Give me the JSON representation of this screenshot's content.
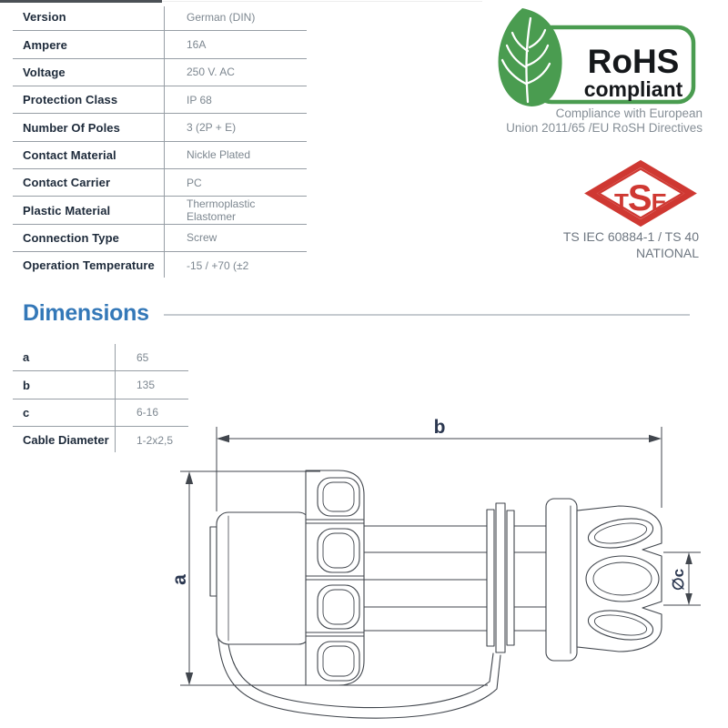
{
  "spec_table": {
    "rows": [
      {
        "label": "Version",
        "value": "German (DIN)"
      },
      {
        "label": "Ampere",
        "value": "16A"
      },
      {
        "label": "Voltage",
        "value": "250 V. AC"
      },
      {
        "label": "Protection Class",
        "value": "IP 68"
      },
      {
        "label": "Number Of Poles",
        "value": "3 (2P + E)"
      },
      {
        "label": "Contact Material",
        "value": "Nickle Plated"
      },
      {
        "label": "Contact Carrier",
        "value": "PC"
      },
      {
        "label": "Plastic Material",
        "value": "Thermoplastic Elastomer"
      },
      {
        "label": "Connection Type",
        "value": "Screw"
      },
      {
        "label": "Operation Temperature",
        "value": "-15 / +70 (±2"
      }
    ]
  },
  "certifications": {
    "rohs": {
      "title": "RoHS",
      "subtitle": "compliant",
      "note_line1": "Compliance with European",
      "note_line2": "Union 2011/65 /EU RoSH Directives",
      "green": "#4a9c50"
    },
    "tse": {
      "letters": [
        "T",
        "S",
        "E"
      ],
      "note_line1": "TS IEC 60884-1 / TS 40",
      "note_line2": "NATIONAL",
      "red": "#cf3832"
    }
  },
  "dimensions": {
    "heading": "Dimensions",
    "table": {
      "rows": [
        {
          "label": "a",
          "value": "65"
        },
        {
          "label": "b",
          "value": "135"
        },
        {
          "label": "c",
          "value": "6-16"
        },
        {
          "label": "Cable Diameter",
          "value": "1-2x2,5"
        }
      ]
    },
    "drawing": {
      "label_a": "a",
      "label_b": "b",
      "label_c": "∅c"
    }
  },
  "colors": {
    "heading_blue": "#3478b8",
    "label_navy": "#1d2a3a",
    "value_gray": "#7d8790",
    "line_gray": "#979ea5",
    "drawing_stroke": "#40454c",
    "dim_label_navy": "#2b3750",
    "rohs_green": "#4a9c50",
    "tse_red": "#cf3832"
  }
}
